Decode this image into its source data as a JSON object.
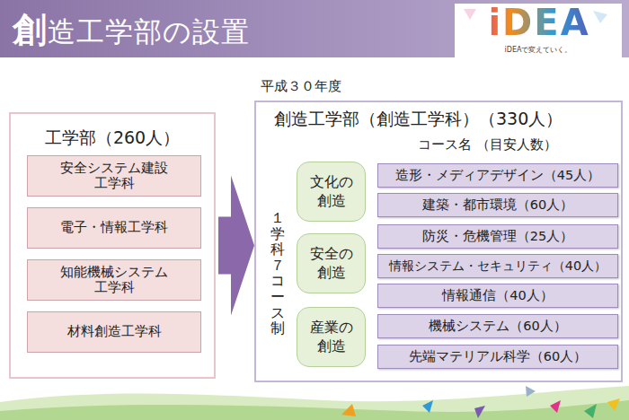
{
  "diagram": {
    "title": "創造工学部の設置",
    "nodes": [
      {
        "text": [
          "工学部（260人）"
        ]
      },
      {
        "text": [
          "安全システム建設工学科"
        ],
        "in": 0
      },
      {
        "text": [
          "電子・情報工学科"
        ],
        "in": 0
      },
      {
        "text": [
          "知能機械システム工学科"
        ],
        "in": 0
      },
      {
        "text": [
          "材料創造工学科"
        ],
        "in": 0
      },
      {
        "text": [
          "創造工学部（創造工学科）（330人）",
          "コース名 （目安人数）",
          "１学科７コース制"
        ]
      },
      {
        "text": [
          "文化の創造"
        ],
        "in": 5
      },
      {
        "text": [
          "安全の創造"
        ],
        "in": 5
      },
      {
        "text": [
          "産業の創造"
        ],
        "in": 5
      },
      {
        "text": [
          "造形・メディアデザイン（45人）"
        ],
        "in": 5
      },
      {
        "text": [
          "建築・都市環境（60人）"
        ],
        "in": 5
      },
      {
        "text": [
          "防災・危機管理（25人）"
        ],
        "in": 5
      },
      {
        "text": [
          "情報システム・セキュリティ（40人）"
        ],
        "in": 5
      },
      {
        "text": [
          "情報通信（40人）"
        ],
        "in": 5
      },
      {
        "text": [
          "機械システム（60人）"
        ],
        "in": 5
      },
      {
        "text": [
          "先端マテリアル科学（60人）"
        ],
        "in": 5
      }
    ],
    "edges": [
      {
        "from": 0,
        "to": 5,
        "arrow": "to"
      }
    ],
    "labels": [
      "平成３０年度",
      "iDEA",
      "iDEAで変えていく。"
    ]
  }
}
